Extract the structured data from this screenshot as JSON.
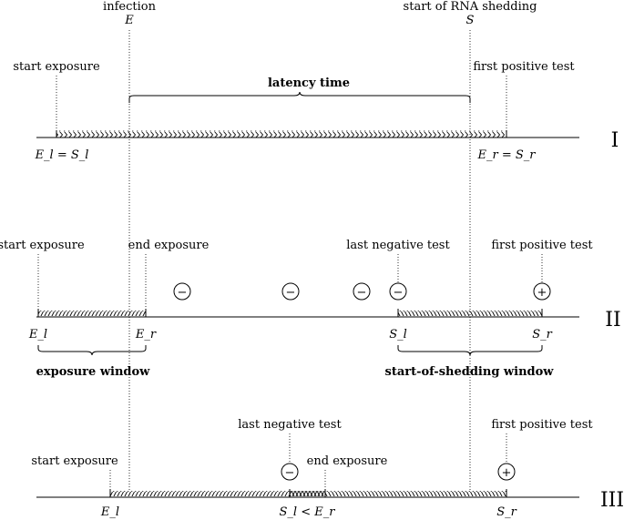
{
  "top": {
    "infection": "infection",
    "E": "E",
    "start_shedding": "start of RNA shedding",
    "S": "S"
  },
  "panel1": {
    "roman": "I",
    "start_exposure": "start exposure",
    "first_positive": "first positive test",
    "latency": "latency time",
    "left_label": "E_l = S_l",
    "right_label": "E_r = S_r"
  },
  "panel2": {
    "roman": "II",
    "start_exposure": "start exposure",
    "end_exposure": "end exposure",
    "last_negative": "last negative test",
    "first_positive": "first positive test",
    "El": "E_l",
    "Er": "E_r",
    "Sl": "S_l",
    "Sr": "S_r",
    "exposure_window": "exposure window",
    "shedding_window": "start-of-shedding window",
    "tests": [
      "−",
      "−",
      "−",
      "−",
      "+"
    ]
  },
  "panel3": {
    "roman": "III",
    "start_exposure": "start exposure",
    "last_negative": "last negative test",
    "end_exposure": "end exposure",
    "first_positive": "first positive test",
    "El": "E_l",
    "SlEr": "S_l < E_r",
    "Sr": "S_r",
    "tests": [
      "−",
      "+"
    ]
  }
}
